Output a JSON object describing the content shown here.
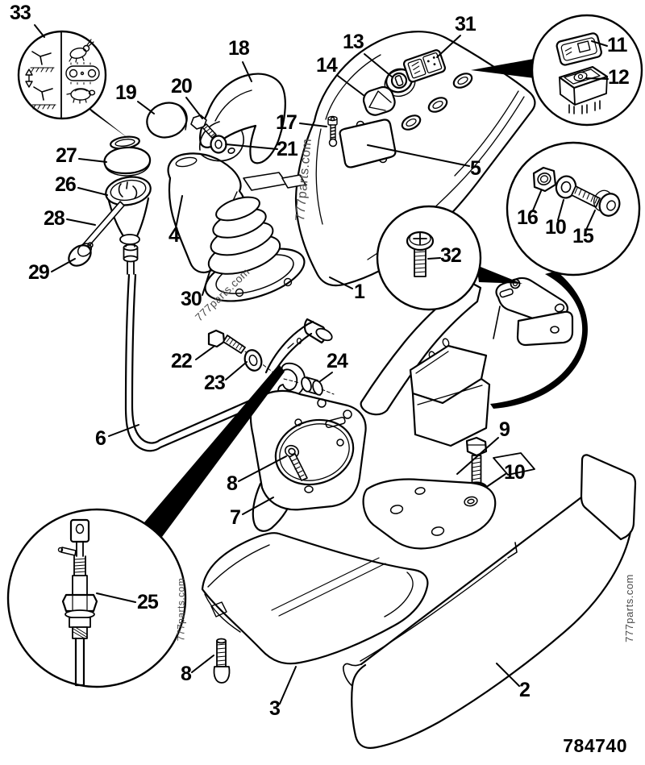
{
  "page": {
    "background": "#ffffff",
    "line_color": "#000000",
    "watermark_color": "#4a4a4a",
    "watermark": "777parts.com",
    "part_number": "784740"
  },
  "detail_views": {
    "speed_decal_icons": [
      "lever-position-icon",
      "up-down-arrow-icon",
      "rabbit-icon",
      "crawler-track-icon",
      "turtle-icon"
    ],
    "switch_view_parts": [
      "decal",
      "rocker-switch"
    ],
    "fastener_view_parts": [
      "nut",
      "washer",
      "socket-screw"
    ],
    "screw_view_parts": [
      "pan-head-screw"
    ],
    "cable_view_parts": [
      "cable-end"
    ]
  },
  "callouts": [
    {
      "ref": "33"
    },
    {
      "ref": "18"
    },
    {
      "ref": "19"
    },
    {
      "ref": "20"
    },
    {
      "ref": "13"
    },
    {
      "ref": "31"
    },
    {
      "ref": "14"
    },
    {
      "ref": "11"
    },
    {
      "ref": "12"
    },
    {
      "ref": "17"
    },
    {
      "ref": "21"
    },
    {
      "ref": "5"
    },
    {
      "ref": "27"
    },
    {
      "ref": "26"
    },
    {
      "ref": "28"
    },
    {
      "ref": "29"
    },
    {
      "ref": "4"
    },
    {
      "ref": "30"
    },
    {
      "ref": "1"
    },
    {
      "ref": "16"
    },
    {
      "ref": "10"
    },
    {
      "ref": "15"
    },
    {
      "ref": "32"
    },
    {
      "ref": "22"
    },
    {
      "ref": "23"
    },
    {
      "ref": "24"
    },
    {
      "ref": "6"
    },
    {
      "ref": "8"
    },
    {
      "ref": "7"
    },
    {
      "ref": "9"
    },
    {
      "ref": "10"
    },
    {
      "ref": "25"
    },
    {
      "ref": "8"
    },
    {
      "ref": "3"
    },
    {
      "ref": "2"
    }
  ]
}
